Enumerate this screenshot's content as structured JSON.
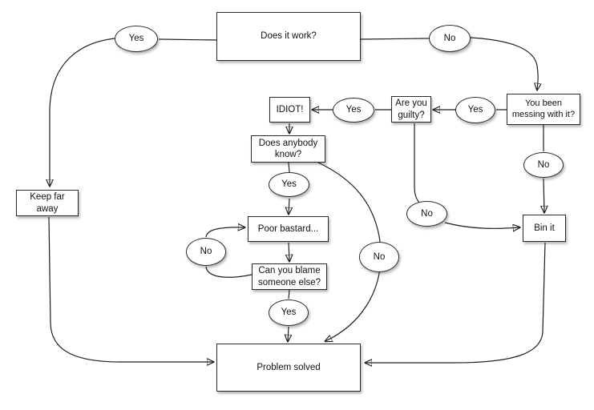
{
  "diagram": {
    "background": "#ffffff",
    "stroke_color": "#1f1f1f",
    "node_fill": "#ffffff",
    "nodes": {
      "does_it_work": {
        "label": "Does it work?",
        "shape": "rect"
      },
      "you_been_messing": {
        "label": "You been messing with it?",
        "shape": "rect"
      },
      "are_you_guilty": {
        "label": "Are you guilty?",
        "shape": "rect"
      },
      "idiot": {
        "label": "IDIOT!",
        "shape": "rect"
      },
      "does_anybody_know": {
        "label": "Does anybody know?",
        "shape": "rect"
      },
      "poor_bastard": {
        "label": "Poor bastard...",
        "shape": "rect"
      },
      "can_you_blame": {
        "label": "Can you blame someone else?",
        "shape": "rect"
      },
      "keep_far_away": {
        "label": "Keep far away",
        "shape": "rect"
      },
      "bin_it": {
        "label": "Bin it",
        "shape": "rect"
      },
      "problem_solved": {
        "label": "Problem solved",
        "shape": "rect"
      }
    },
    "connectors": {
      "yes_top": "Yes",
      "no_top": "No",
      "yes_messing": "Yes",
      "yes_guilty": "Yes",
      "yes_know": "Yes",
      "no_blame": "No",
      "yes_blame": "Yes",
      "no_know": "No",
      "no_guilty": "No",
      "no_messing": "No"
    },
    "edges": [
      {
        "from": "does_it_work",
        "label": "Yes",
        "to": "keep_far_away"
      },
      {
        "from": "does_it_work",
        "label": "No",
        "to": "you_been_messing"
      },
      {
        "from": "you_been_messing",
        "label": "Yes",
        "to": "are_you_guilty"
      },
      {
        "from": "are_you_guilty",
        "label": "Yes",
        "to": "idiot"
      },
      {
        "from": "idiot",
        "label": "",
        "to": "does_anybody_know"
      },
      {
        "from": "does_anybody_know",
        "label": "Yes",
        "to": "poor_bastard"
      },
      {
        "from": "does_anybody_know",
        "label": "No",
        "to": "problem_solved"
      },
      {
        "from": "poor_bastard",
        "label": "",
        "to": "can_you_blame"
      },
      {
        "from": "can_you_blame",
        "label": "No",
        "to": "poor_bastard"
      },
      {
        "from": "can_you_blame",
        "label": "Yes",
        "to": "problem_solved"
      },
      {
        "from": "are_you_guilty",
        "label": "No",
        "to": "bin_it"
      },
      {
        "from": "you_been_messing",
        "label": "No",
        "to": "bin_it"
      },
      {
        "from": "bin_it",
        "label": "",
        "to": "problem_solved"
      },
      {
        "from": "keep_far_away",
        "label": "",
        "to": "problem_solved"
      }
    ]
  }
}
